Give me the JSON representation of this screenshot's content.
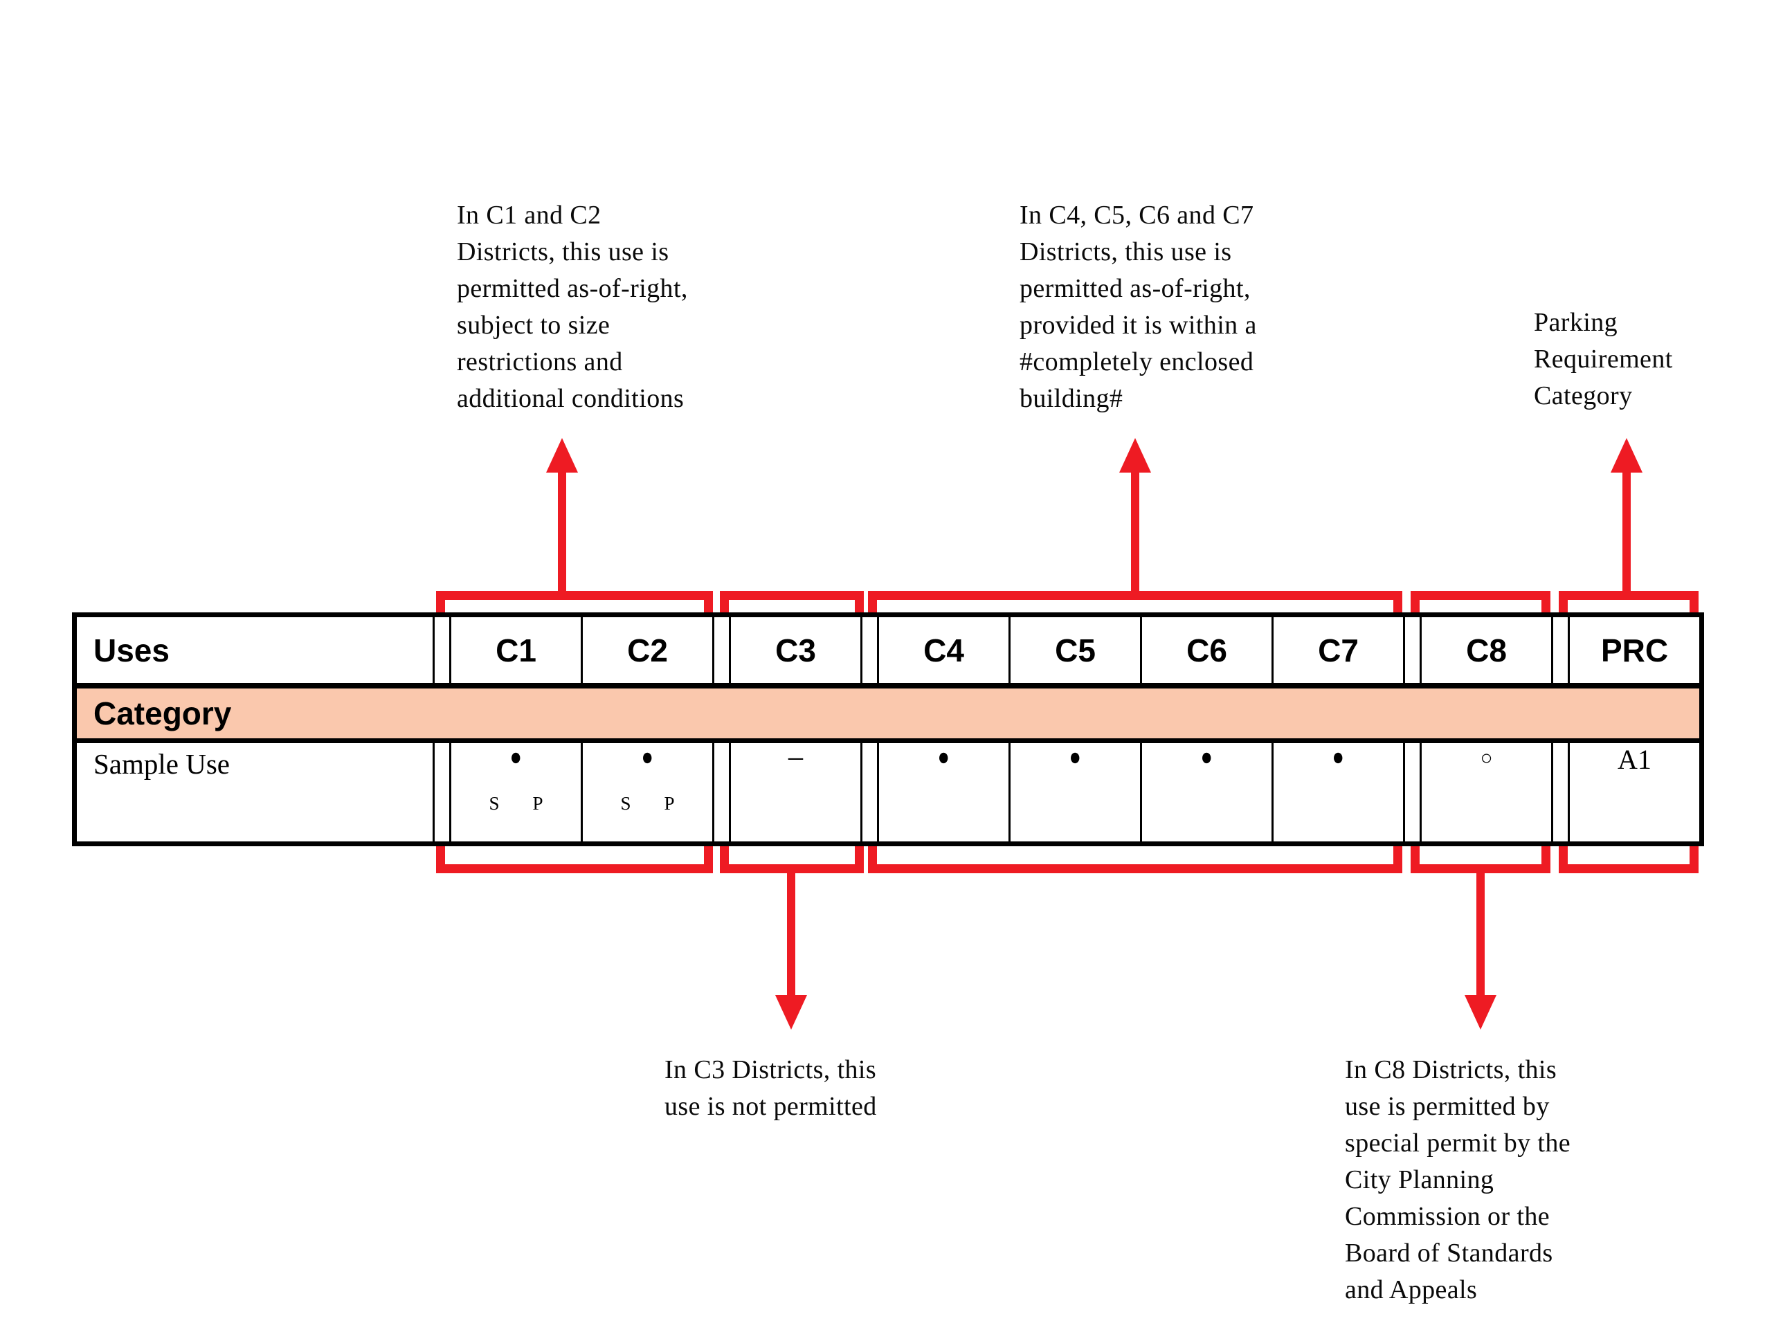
{
  "annotations": {
    "c1c2": "In C1 and C2\nDistricts, this use is\npermitted as-of-right,\nsubject to size\nrestrictions and\nadditional conditions",
    "c4c7": "In C4, C5, C6 and C7\nDistricts, this use is\npermitted as-of-right,\nprovided it is within a\n#completely enclosed\nbuilding#",
    "prc": "Parking\nRequirement\nCategory",
    "c3": "In C3 Districts, this\nuse is not permitted",
    "c8": "In C8 Districts, this\nuse is permitted by\nspecial permit by the\nCity Planning\nCommission or the\nBoard of Standards\nand Appeals"
  },
  "table": {
    "headers": {
      "uses": "Uses",
      "c1": "C1",
      "c2": "C2",
      "c3": "C3",
      "c4": "C4",
      "c5": "C5",
      "c6": "C6",
      "c7": "C7",
      "c8": "C8",
      "prc": "PRC"
    },
    "category": "Category",
    "sample": {
      "label": "Sample Use",
      "c1": {
        "symbol": "●",
        "sub_s": "S",
        "sub_p": "P"
      },
      "c2": {
        "symbol": "●",
        "sub_s": "S",
        "sub_p": "P"
      },
      "c3": {
        "symbol": "–"
      },
      "c4": {
        "symbol": "●"
      },
      "c5": {
        "symbol": "●"
      },
      "c6": {
        "symbol": "●"
      },
      "c7": {
        "symbol": "●"
      },
      "c8": {
        "symbol": "○"
      },
      "prc": {
        "symbol": "A1"
      }
    }
  },
  "colors": {
    "callout_red": "#EE1B23",
    "category_salmon": "#FAC8AD",
    "line_black": "#000000"
  }
}
